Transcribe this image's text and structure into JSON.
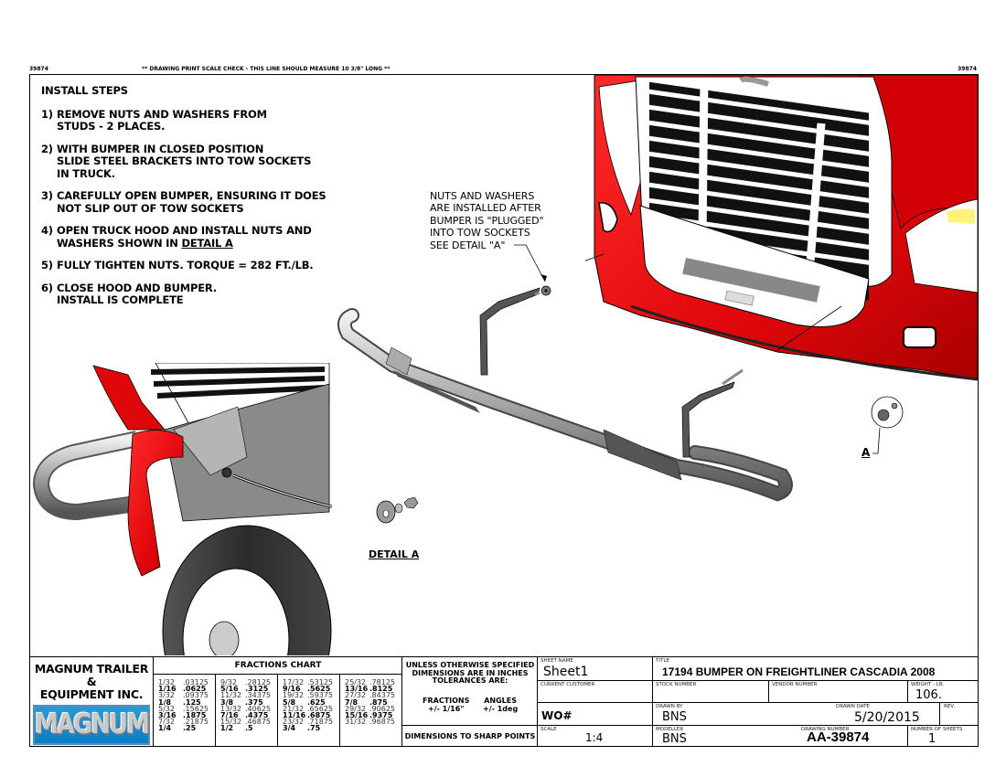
{
  "header": {
    "left_code": "39874",
    "right_code": "39874",
    "scale_check": "** DRAWING PRINT SCALE CHECK - THIS LINE SHOULD MEASURE 10 3/8\" LONG **"
  },
  "install_steps": {
    "title": "INSTALL STEPS",
    "steps": [
      {
        "num": "1)",
        "text": "REMOVE NUTS AND WASHERS FROM\nSTUDS - 2 PLACES."
      },
      {
        "num": "2)",
        "text": "WITH BUMPER IN CLOSED POSITION\nSLIDE STEEL BRACKETS INTO TOW SOCKETS\nIN TRUCK."
      },
      {
        "num": "3)",
        "text": "CAREFULLY OPEN BUMPER, ENSURING IT DOES\nNOT SLIP OUT OF TOW SOCKETS"
      },
      {
        "num": "4)",
        "text_a": "OPEN TRUCK HOOD AND INSTALL NUTS AND\nWASHERS SHOWN IN ",
        "text_link": "DETAIL A"
      },
      {
        "num": "5)",
        "text": "FULLY TIGHTEN NUTS.  TORQUE = 282 FT./LB."
      },
      {
        "num": "6)",
        "text": "CLOSE HOOD AND BUMPER.\nINSTALL IS COMPLETE"
      }
    ]
  },
  "annotations": {
    "note": "NUTS AND WASHERS\nARE INSTALLED AFTER\nBUMPER IS \"PLUGGED\"\nINTO TOW SOCKETS\nSEE DETAIL \"A\"",
    "detail_label": "DETAIL A",
    "callout_letter": "A"
  },
  "colors": {
    "truck_red": "#e0070b",
    "grille_black": "#111111",
    "bumper_gray": "#9a9a9a",
    "logo_blue": "#1589cf"
  },
  "title_block": {
    "company": "MAGNUM TRAILER\n&\nEQUIPMENT INC.",
    "logo_text": "MAGNUM",
    "fractions_title": "FRACTIONS CHART",
    "fractions": [
      [
        [
          "1/32",
          ".03125",
          false
        ],
        [
          "1/16",
          ".0625",
          true
        ],
        [
          "3/32",
          ".09375",
          false
        ],
        [
          "1/8",
          ".125",
          true
        ],
        [
          "5/32",
          ".15625",
          false
        ],
        [
          "3/16",
          ".1875",
          true
        ],
        [
          "7/32",
          ".21875",
          false
        ],
        [
          "1/4",
          ".25",
          true
        ]
      ],
      [
        [
          "9/32",
          ".28125",
          false
        ],
        [
          "5/16",
          ".3125",
          true
        ],
        [
          "11/32",
          ".34375",
          false
        ],
        [
          "3/8",
          ".375",
          true
        ],
        [
          "13/32",
          ".40625",
          false
        ],
        [
          "7/16",
          ".4375",
          true
        ],
        [
          "15/32",
          ".46875",
          false
        ],
        [
          "1/2",
          ".5",
          true
        ]
      ],
      [
        [
          "17/32",
          ".53125",
          false
        ],
        [
          "9/16",
          ".5625",
          true
        ],
        [
          "19/32",
          ".59375",
          false
        ],
        [
          "5/8",
          ".625",
          true
        ],
        [
          "21/32",
          ".65625",
          false
        ],
        [
          "11/16",
          ".6875",
          true
        ],
        [
          "23/32",
          ".71875",
          false
        ],
        [
          "3/4",
          ".75",
          true
        ]
      ],
      [
        [
          "25/32",
          ".78125",
          false
        ],
        [
          "13/16",
          ".8125",
          true
        ],
        [
          "27/32",
          ".84375",
          false
        ],
        [
          "7/8",
          ".875",
          true
        ],
        [
          "29/32",
          ".90625",
          false
        ],
        [
          "15/16",
          ".9375",
          true
        ],
        [
          "31/32",
          ".96875",
          false
        ]
      ]
    ],
    "tolerance_text": "UNLESS OTHERWISE SPECIFIED\nDIMENSIONS ARE IN INCHES\nTOLERANCES ARE:",
    "tol_fractions": "FRACTIONS\n+/- 1/16\"",
    "tol_angles": "ANGLES\n+/- 1deg",
    "sharp_points": "DIMENSIONS TO SHARP POINTS",
    "sheet_name_label": "SHEET NAME",
    "sheet_name": "Sheet1",
    "customer_label": "CURRENT CUSTOMER",
    "customer": "",
    "wo_label": "WO#",
    "scale_label": "SCALE",
    "scale": "1:4",
    "title_label": "TITLE",
    "title": "17194 BUMPER ON FREIGHTLINER CASCADIA 2008",
    "stock_label": "STOCK NUMBER",
    "stock": "",
    "vendor_label": "VENDOR NUMBER",
    "vendor": "",
    "weight_label": "WEIGHT - LB.",
    "weight": "106.",
    "drawn_by_label": "DRAWN BY",
    "drawn_by": "BNS",
    "drawn_date_label": "DRAWN DATE",
    "drawn_date": "5/20/2015",
    "rev_label": "REV.",
    "rev": "",
    "modeller_label": "MODELLER",
    "modeller": "BNS",
    "drawing_number_label": "DRAWING NUMBER",
    "drawing_number": "AA-39874",
    "sheets_label": "NUMBER OF SHEETS",
    "sheets": "1"
  }
}
